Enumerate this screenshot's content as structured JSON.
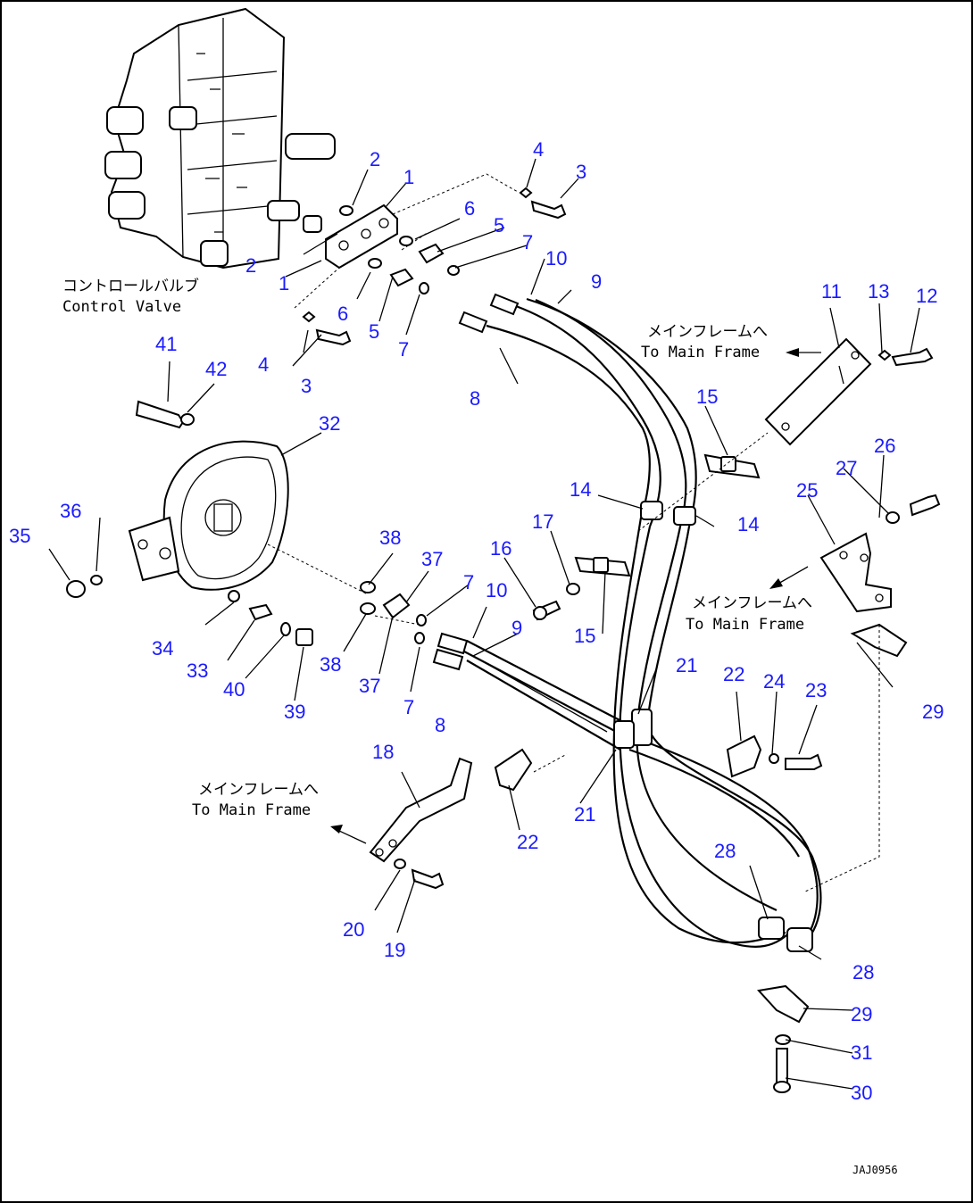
{
  "labels": {
    "l1a": "1",
    "l1b": "1",
    "l2a": "2",
    "l2b": "2",
    "l3a": "3",
    "l3b": "3",
    "l4a": "4",
    "l4b": "4",
    "l5a": "5",
    "l5b": "5",
    "l6a": "6",
    "l6b": "6",
    "l7a": "7",
    "l7b": "7",
    "l7c": "7",
    "l7d": "7",
    "l8a": "8",
    "l8b": "8",
    "l9a": "9",
    "l9b": "9",
    "l10a": "10",
    "l10b": "10",
    "l11": "11",
    "l12": "12",
    "l13": "13",
    "l14a": "14",
    "l14b": "14",
    "l15a": "15",
    "l15b": "15",
    "l16": "16",
    "l17": "17",
    "l18": "18",
    "l19": "19",
    "l20": "20",
    "l21a": "21",
    "l21b": "21",
    "l22a": "22",
    "l22b": "22",
    "l23": "23",
    "l24": "24",
    "l25": "25",
    "l26": "26",
    "l27": "27",
    "l28a": "28",
    "l28b": "28",
    "l29a": "29",
    "l29b": "29",
    "l30": "30",
    "l31": "31",
    "l32": "32",
    "l33": "33",
    "l34": "34",
    "l35": "35",
    "l36": "36",
    "l37a": "37",
    "l37b": "37",
    "l38a": "38",
    "l38b": "38",
    "l39": "39",
    "l40": "40",
    "l41": "41",
    "l42": "42"
  },
  "captions": {
    "control_valve_jp": "コントロールバルブ",
    "control_valve_en": "Control Valve",
    "main_frame_jp": "メインフレームへ",
    "main_frame_en": "To Main Frame"
  },
  "drawing_code": "JAJ0956",
  "colors": {
    "label": "#1a1aff",
    "line": "#000000",
    "background": "#ffffff"
  }
}
